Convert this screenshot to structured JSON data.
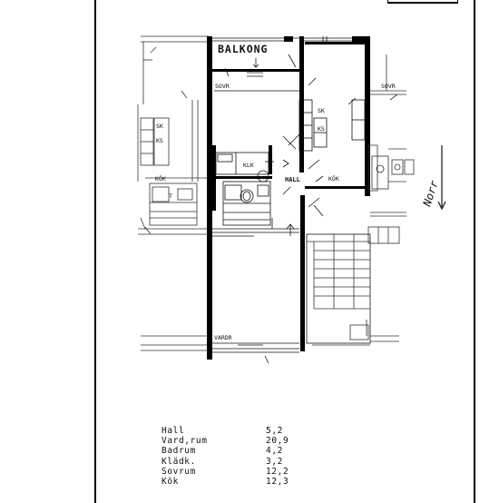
{
  "plan": {
    "labels": {
      "balkong": "BALKONG",
      "sovr_left": "SOVR",
      "sovr_right": "SOVR",
      "hall": "HALL",
      "kok_left": "KÖK",
      "kok_right": "KÖK",
      "klk": "KLK",
      "vardr": "VARDR",
      "north": "Norr",
      "cab_sk_1": "SK",
      "cab_ks_1": "KS",
      "cab_sk_2": "SK",
      "cab_ks_2": "KS",
      "bath_letter": "T"
    }
  },
  "area_table": {
    "rows": [
      {
        "name": "Hall",
        "value": "5,2"
      },
      {
        "name": "Vard,rum",
        "value": "20,9"
      },
      {
        "name": "Badrum",
        "value": "4,2"
      },
      {
        "name": "Klädk.",
        "value": "3,2"
      },
      {
        "name": "Sovrum",
        "value": "12,2"
      },
      {
        "name": "Kök",
        "value": "12,3"
      }
    ]
  }
}
